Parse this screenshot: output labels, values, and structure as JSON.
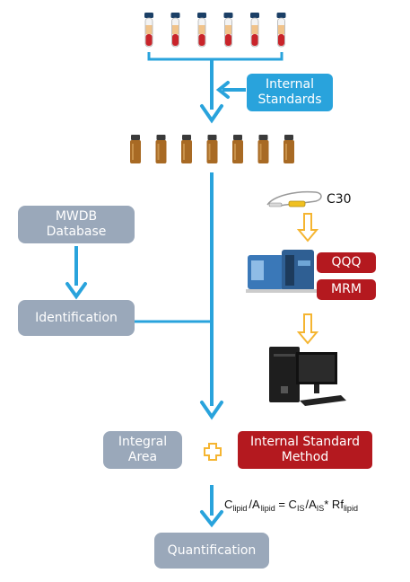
{
  "blocks": {
    "internal_standards": "Internal\nStandards",
    "mwdb_database": "MWDB\nDatabase",
    "identification": "Identification",
    "column": "C30",
    "qqq": "QQQ",
    "mrm": "MRM",
    "integral_area": "Integral\nArea",
    "internal_standard_method": "Internal Standard\nMethod",
    "quantification": "Quantification"
  },
  "formula": {
    "c": "C",
    "lipid": "lipid",
    "slash_a": "/A",
    "lipid_2": "lipid",
    "eq_c": " = C",
    "is": "IS",
    "slash_a2": "/A",
    "is_2": "IS",
    "star_rf": "* Rf",
    "lipid_3": "lipid"
  },
  "colors": {
    "arrow_blue": "#29a3dc",
    "grey_box": "#9aa8ba",
    "red_box": "#b4191f",
    "yellow_arrow": "#f5b531",
    "vial_amber": "#a86a24"
  },
  "icons": {
    "tubes": "blood-tube-icon",
    "vials": "sample-vial-icon",
    "column": "c30-column-icon",
    "ms": "mass-spectrometer-icon",
    "pc": "workstation-icon"
  },
  "counts": {
    "tubes": 6,
    "vials": 7
  }
}
